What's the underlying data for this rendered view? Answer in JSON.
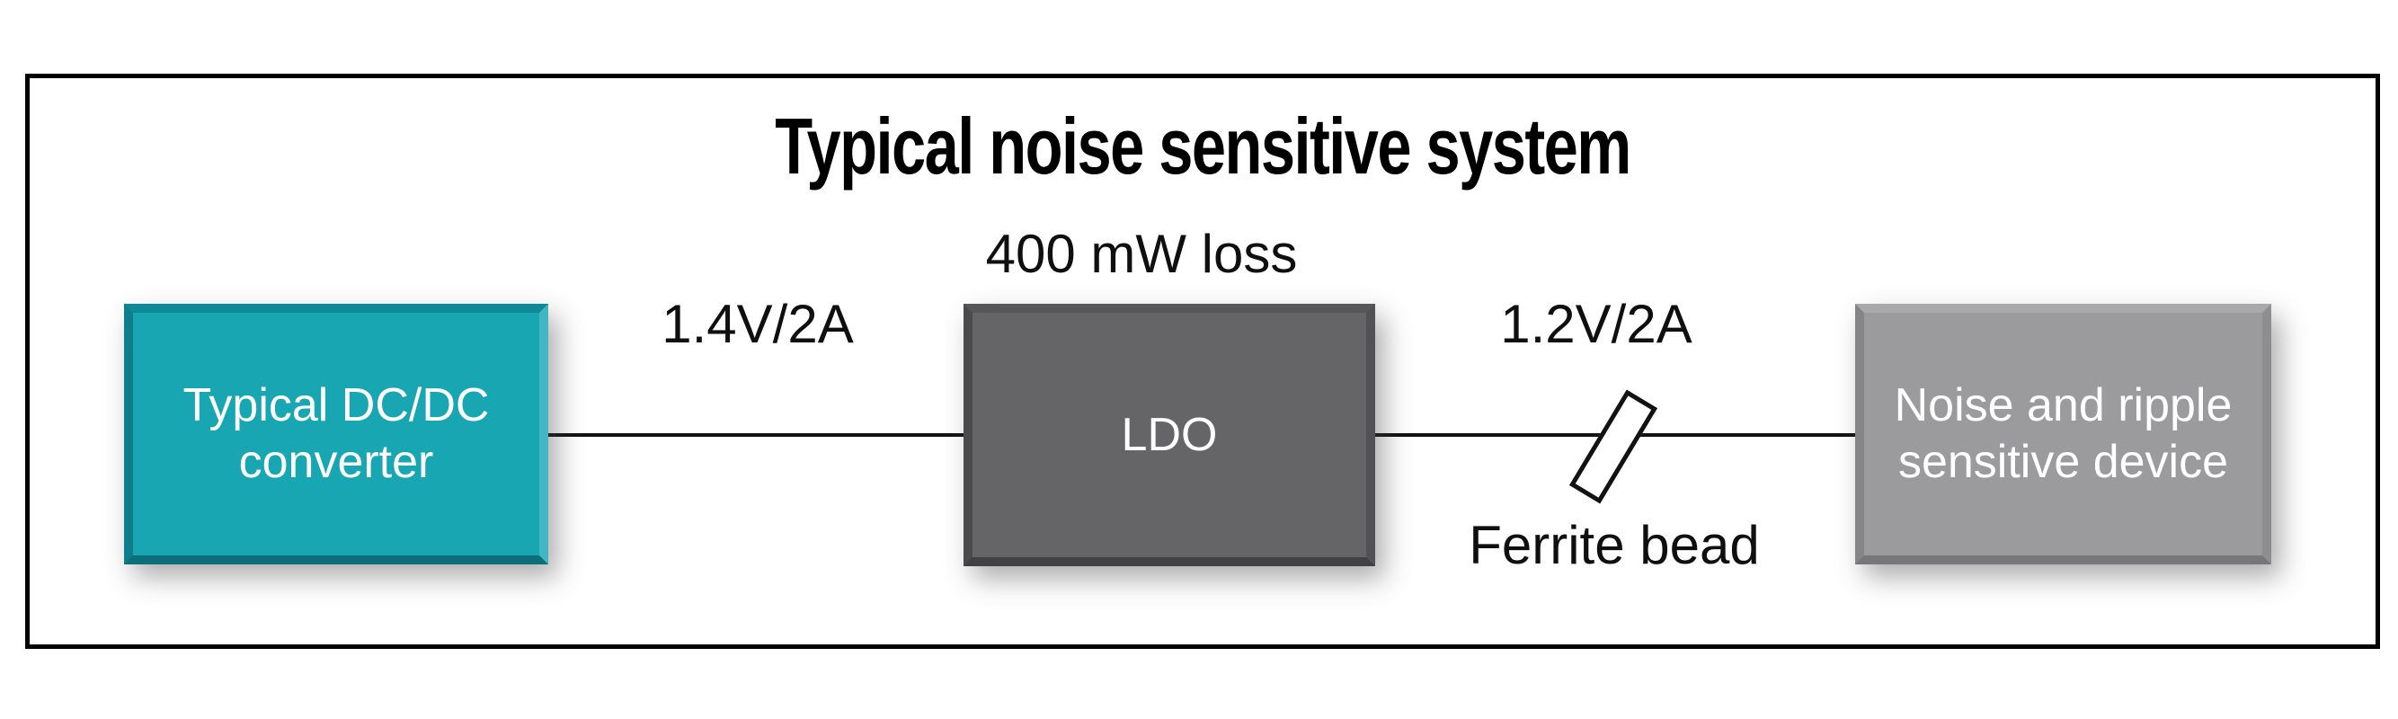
{
  "diagram": {
    "title": "Typical noise sensitive system",
    "blocks": {
      "dcdc": {
        "label": "Typical DC/DC converter",
        "line1": "Typical DC/DC",
        "line2": "converter",
        "fill": "#18a6b3"
      },
      "ldo": {
        "label": "LDO",
        "fill": "#656568"
      },
      "device": {
        "label": "Noise and ripple sensitive device",
        "line1": "Noise and ripple",
        "line2": "sensitive device",
        "fill": "#9b9b9d"
      }
    },
    "labels": {
      "input_rail": "1.4V/2A",
      "loss": "400 mW loss",
      "output_rail": "1.2V/2A",
      "ferrite": "Ferrite bead"
    },
    "colors": {
      "frame_border": "#000000",
      "wire": "#121212",
      "block_text": "#ffffff",
      "label_text": "#0f0f0f",
      "background": "#ffffff"
    }
  }
}
